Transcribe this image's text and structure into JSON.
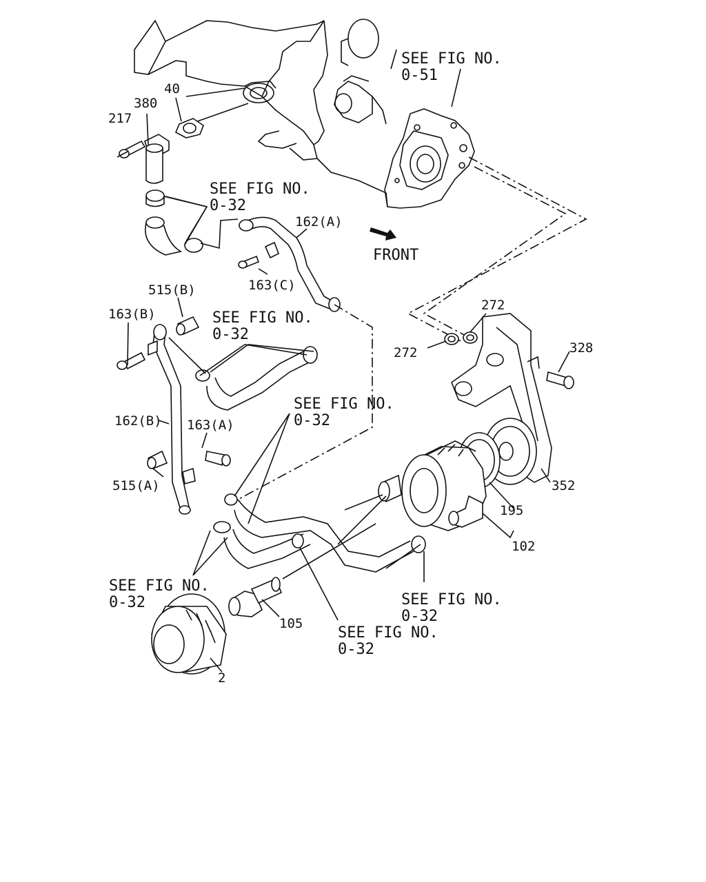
{
  "diagram": {
    "see_fig_prefix": "SEE FIG NO.",
    "front_label": "FRONT",
    "references": [
      {
        "id": "ref-0-51",
        "fig": "0-51"
      },
      {
        "id": "ref-0-32-a",
        "fig": "0-32"
      },
      {
        "id": "ref-0-32-b",
        "fig": "0-32"
      },
      {
        "id": "ref-0-32-c",
        "fig": "0-32"
      },
      {
        "id": "ref-0-32-d",
        "fig": "0-32"
      },
      {
        "id": "ref-0-32-e",
        "fig": "0-32"
      },
      {
        "id": "ref-0-32-f",
        "fig": "0-32"
      }
    ],
    "parts": [
      {
        "id": "p217",
        "label": "217"
      },
      {
        "id": "p380",
        "label": "380"
      },
      {
        "id": "p40",
        "label": "40"
      },
      {
        "id": "p162a",
        "label": "162(A)"
      },
      {
        "id": "p163c",
        "label": "163(C)"
      },
      {
        "id": "p515b",
        "label": "515(B)"
      },
      {
        "id": "p163b",
        "label": "163(B)"
      },
      {
        "id": "p162b",
        "label": "162(B)"
      },
      {
        "id": "p163a",
        "label": "163(A)"
      },
      {
        "id": "p515a",
        "label": "515(A)"
      },
      {
        "id": "p272a",
        "label": "272"
      },
      {
        "id": "p272b",
        "label": "272"
      },
      {
        "id": "p328",
        "label": "328"
      },
      {
        "id": "p352",
        "label": "352"
      },
      {
        "id": "p195",
        "label": "195"
      },
      {
        "id": "p102",
        "label": "102"
      },
      {
        "id": "p105",
        "label": "105"
      },
      {
        "id": "p2",
        "label": "2"
      }
    ]
  }
}
